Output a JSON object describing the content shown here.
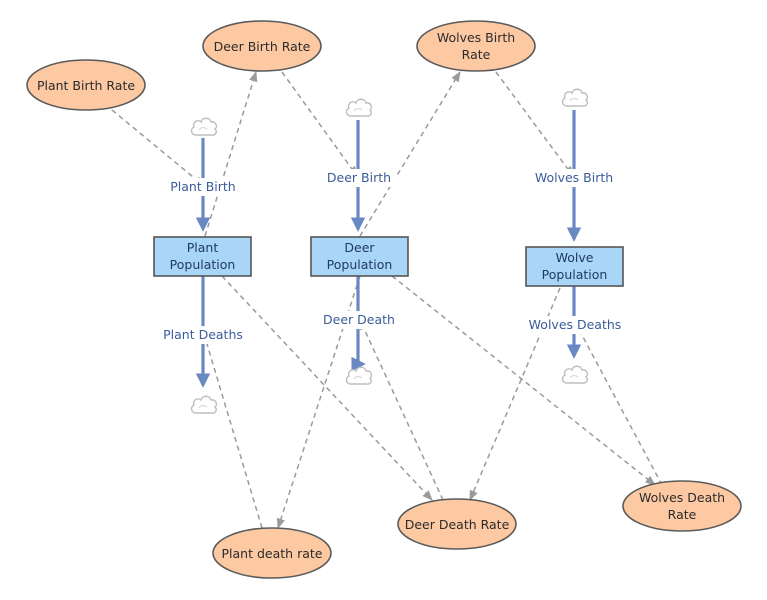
{
  "colors": {
    "stock_fill": "#a9d5f7",
    "stock_stroke": "#555555",
    "var_fill": "#fcc9a3",
    "var_stroke": "#5a5a5a",
    "flow": "#6a88c2",
    "link": "#9a9a9a",
    "cloud_stroke": "#bdbdbd"
  },
  "stocks": [
    {
      "id": "plant",
      "lines": [
        "Plant",
        "Population"
      ]
    },
    {
      "id": "deer",
      "lines": [
        "Deer",
        "Population"
      ]
    },
    {
      "id": "wolves",
      "lines": [
        "Wolve",
        "Population"
      ]
    }
  ],
  "variables": [
    {
      "id": "plant_birth_rate",
      "lines": [
        "Plant Birth Rate"
      ]
    },
    {
      "id": "deer_birth_rate",
      "lines": [
        "Deer Birth Rate"
      ]
    },
    {
      "id": "wolves_birth_rate",
      "lines": [
        "Wolves Birth",
        "Rate"
      ]
    },
    {
      "id": "plant_death_rate",
      "lines": [
        "Plant death rate"
      ]
    },
    {
      "id": "deer_death_rate",
      "lines": [
        "Deer Death Rate"
      ]
    },
    {
      "id": "wolves_death_rate",
      "lines": [
        "Wolves Death",
        "Rate"
      ]
    }
  ],
  "flows": [
    {
      "id": "plant_birth",
      "label": "Plant Birth"
    },
    {
      "id": "plant_deaths",
      "label": "Plant Deaths"
    },
    {
      "id": "deer_birth",
      "label": "Deer Birth"
    },
    {
      "id": "deer_death",
      "label": "Deer Death"
    },
    {
      "id": "wolves_birth",
      "label": "Wolves Birth"
    },
    {
      "id": "wolves_deaths",
      "label": "Wolves Deaths"
    }
  ]
}
